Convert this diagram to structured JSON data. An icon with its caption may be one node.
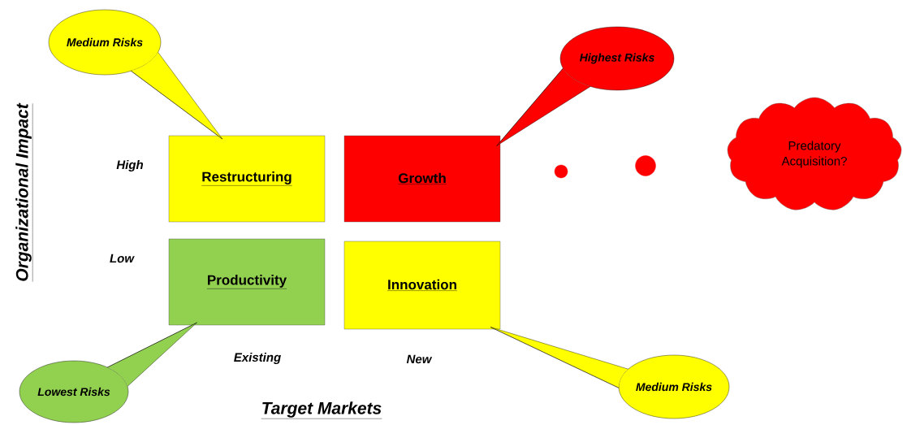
{
  "diagram": {
    "nodes": [
      {
        "text": [
          "Restructuring"
        ]
      },
      {
        "text": [
          "Growth"
        ]
      },
      {
        "text": [
          "Productivity"
        ]
      },
      {
        "text": [
          "Innovation"
        ]
      },
      {
        "text": [
          "Medium Risks"
        ]
      },
      {
        "text": [
          "Highest Risks"
        ]
      },
      {
        "text": [
          "Lowest Risks"
        ]
      },
      {
        "text": [
          "Medium Risks"
        ]
      },
      {
        "text": [],
        "shape": "circle"
      },
      {
        "text": [],
        "shape": "circle"
      },
      {
        "text": [
          "Predatory Acquisition?"
        ]
      }
    ],
    "edges": [
      {
        "from": 4,
        "to": 0,
        "arrow": "none"
      },
      {
        "from": 5,
        "to": 1,
        "arrow": "none"
      },
      {
        "from": 6,
        "to": 2,
        "arrow": "none"
      },
      {
        "from": 7,
        "to": 3,
        "arrow": "none"
      }
    ],
    "labels": [
      "Organizational Impact",
      "High",
      "Low",
      "Existing",
      "New",
      "Target Markets"
    ]
  }
}
